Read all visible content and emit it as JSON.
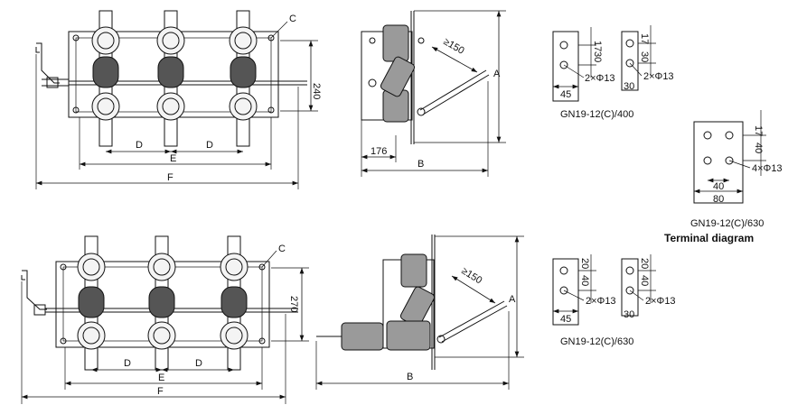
{
  "top_view": {
    "dim_C": "C",
    "dim_240": "240",
    "dim_D_left": "D",
    "dim_D_right": "D",
    "dim_E": "E",
    "dim_F": "F"
  },
  "top_side": {
    "dim_150": "≥150",
    "dim_A": "A",
    "dim_176": "176",
    "dim_B": "B"
  },
  "bottom_view": {
    "dim_C": "C",
    "dim_270": "270",
    "dim_D_left": "D",
    "dim_D_right": "D",
    "dim_E": "E",
    "dim_F": "F"
  },
  "bottom_side": {
    "dim_150": "≥150",
    "dim_A": "A",
    "dim_B": "B"
  },
  "terminal_400": {
    "caption": "GN19-12(C)/400",
    "plate1": {
      "d17": "17",
      "d30": "30",
      "hole": "2×Φ13",
      "width": "45"
    },
    "plate2": {
      "d17": "17",
      "d30": "30",
      "hole": "2×Φ13",
      "width": "30"
    }
  },
  "terminal_630_4": {
    "caption": "GN19-12(C)/630",
    "d17": "17",
    "d40": "40",
    "hole": "4×Φ13",
    "w40": "40",
    "w80": "80"
  },
  "terminal_title": "Terminal diagram",
  "terminal_630": {
    "caption": "GN19-12(C)/630",
    "plate1": {
      "d20": "20",
      "d40": "40",
      "hole": "2×Φ13",
      "width": "45"
    },
    "plate2": {
      "d20": "20",
      "d40": "40",
      "hole": "2×Φ13",
      "width": "30"
    }
  }
}
